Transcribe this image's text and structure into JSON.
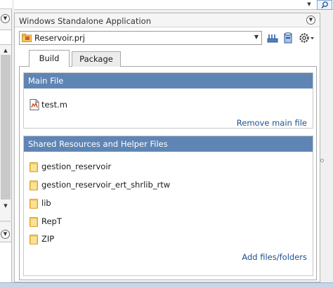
{
  "panel": {
    "title": "Windows Standalone Application"
  },
  "project": {
    "name": "Reservoir.prj"
  },
  "tabs": [
    {
      "label": "Build",
      "active": true
    },
    {
      "label": "Package",
      "active": false
    }
  ],
  "main_file": {
    "header": "Main File",
    "file": "test.m",
    "action": "Remove main file"
  },
  "shared": {
    "header": "Shared Resources and Helper Files",
    "items": [
      "gestion_reservoir",
      "gestion_reservoir_ert_shrlib_rtw",
      "lib",
      "RepT",
      "ZIP"
    ],
    "action": "Add files/folders"
  },
  "icons": {
    "collapse": "chevron-down-circle-icon",
    "search": "search-icon",
    "project": "project-folder-icon",
    "settings": "gear-icon"
  },
  "colors": {
    "section_header": "#5f85b4",
    "link": "#1d4f91",
    "folder": "#f3c95a"
  }
}
